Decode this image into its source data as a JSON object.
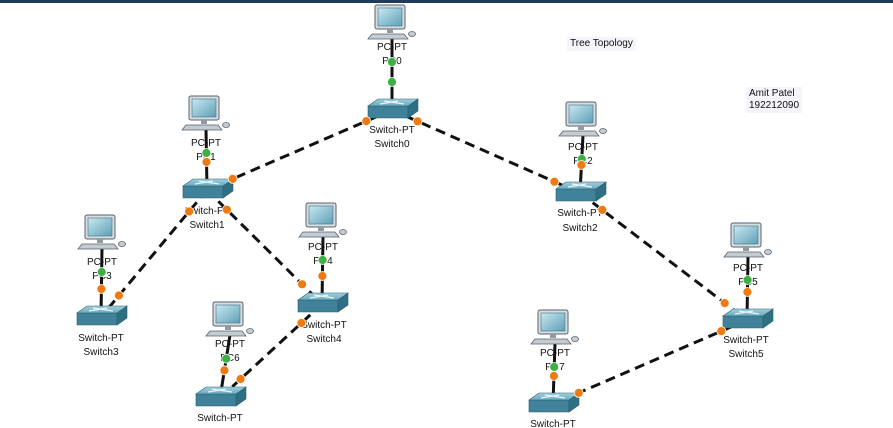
{
  "notes": {
    "title": "Tree Topology",
    "author_name": "Amit Patel",
    "author_id": "192212090"
  },
  "devices": [
    {
      "id": "pc0",
      "type": "pc",
      "model": "PC-PT",
      "name": "PC0"
    },
    {
      "id": "sw0",
      "type": "switch",
      "model": "Switch-PT",
      "name": "Switch0"
    },
    {
      "id": "pc1",
      "type": "pc",
      "model": "PC-PT",
      "name": "PC1"
    },
    {
      "id": "sw1",
      "type": "switch",
      "model": "Switch-PT",
      "name": "Switch1"
    },
    {
      "id": "pc2",
      "type": "pc",
      "model": "PC-PT",
      "name": "PC2"
    },
    {
      "id": "sw2",
      "type": "switch",
      "model": "Switch-PT",
      "name": "Switch2"
    },
    {
      "id": "pc3",
      "type": "pc",
      "model": "PC-PT",
      "name": "PC3"
    },
    {
      "id": "sw3",
      "type": "switch",
      "model": "Switch-PT",
      "name": "Switch3"
    },
    {
      "id": "pc4",
      "type": "pc",
      "model": "PC-PT",
      "name": "PC4"
    },
    {
      "id": "sw4",
      "type": "switch",
      "model": "Switch-PT",
      "name": "Switch4"
    },
    {
      "id": "pc5",
      "type": "pc",
      "model": "PC-PT",
      "name": "PC5"
    },
    {
      "id": "sw5",
      "type": "switch",
      "model": "Switch-PT",
      "name": "Switch5"
    },
    {
      "id": "pc6",
      "type": "pc",
      "model": "PC-PT",
      "name": "PC6"
    },
    {
      "id": "sw6",
      "type": "switch",
      "model": "Switch-PT",
      "name": ""
    },
    {
      "id": "pc7",
      "type": "pc",
      "model": "PC-PT",
      "name": "PC7"
    },
    {
      "id": "sw7",
      "type": "switch",
      "model": "Switch-PT",
      "name": ""
    }
  ],
  "links": [
    {
      "from": "pc0",
      "to": "sw0",
      "cable": "straight",
      "end_colors": [
        "#3cb043",
        "#3cb043"
      ]
    },
    {
      "from": "sw0",
      "to": "sw1",
      "cable": "crossover",
      "end_colors": [
        "#f07a10",
        "#f07a10"
      ]
    },
    {
      "from": "sw0",
      "to": "sw2",
      "cable": "crossover",
      "end_colors": [
        "#f07a10",
        "#f07a10"
      ]
    },
    {
      "from": "pc1",
      "to": "sw1",
      "cable": "straight",
      "end_colors": [
        "#3cb043",
        "#f07a10"
      ]
    },
    {
      "from": "pc2",
      "to": "sw2",
      "cable": "straight",
      "end_colors": [
        "#3cb043",
        "#f07a10"
      ]
    },
    {
      "from": "sw1",
      "to": "sw3",
      "cable": "crossover",
      "end_colors": [
        "#f07a10",
        "#f07a10"
      ]
    },
    {
      "from": "sw1",
      "to": "sw4",
      "cable": "crossover",
      "end_colors": [
        "#f07a10",
        "#f07a10"
      ]
    },
    {
      "from": "sw2",
      "to": "sw5",
      "cable": "crossover",
      "end_colors": [
        "#f07a10",
        "#f07a10"
      ]
    },
    {
      "from": "pc3",
      "to": "sw3",
      "cable": "straight",
      "end_colors": [
        "#3cb043",
        "#f07a10"
      ]
    },
    {
      "from": "pc4",
      "to": "sw4",
      "cable": "straight",
      "end_colors": [
        "#3cb043",
        "#f07a10"
      ]
    },
    {
      "from": "pc5",
      "to": "sw5",
      "cable": "straight",
      "end_colors": [
        "#3cb043",
        "#f07a10"
      ]
    },
    {
      "from": "sw4",
      "to": "sw6",
      "cable": "crossover",
      "end_colors": [
        "#f07a10",
        "#f07a10"
      ]
    },
    {
      "from": "sw5",
      "to": "sw7",
      "cable": "crossover",
      "end_colors": [
        "#f07a10",
        "#f07a10"
      ]
    },
    {
      "from": "pc6",
      "to": "sw6",
      "cable": "straight",
      "end_colors": [
        "#3cb043",
        "#f07a10"
      ]
    },
    {
      "from": "pc7",
      "to": "sw7",
      "cable": "straight",
      "end_colors": [
        "#3cb043",
        "#f07a10"
      ]
    }
  ],
  "colors": {
    "background": "#ffffff",
    "cable": "#111111",
    "link_up": "#3cb043",
    "link_pending": "#f07a10",
    "switch_body": "#4f93a8",
    "pc_screen": "#7fb8cc"
  }
}
